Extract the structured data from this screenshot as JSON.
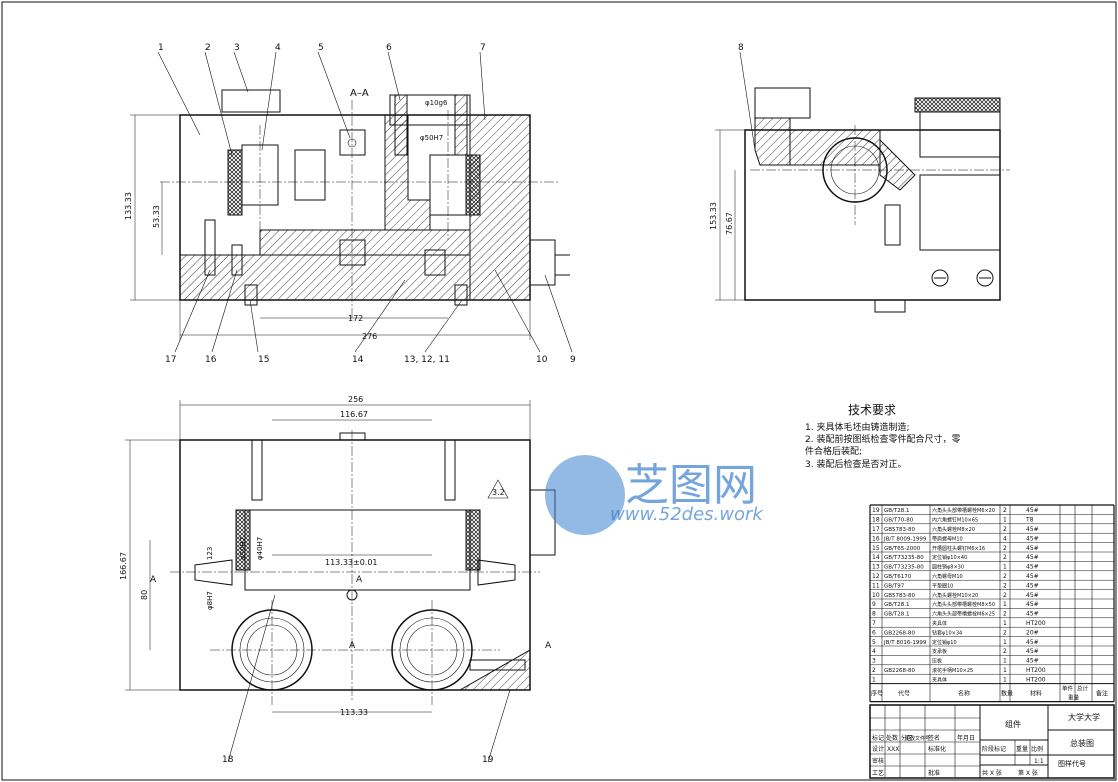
{
  "section_label": "A–A",
  "section_marks": [
    "A",
    "A",
    "A",
    "A"
  ],
  "part_callouts": [
    "1",
    "2",
    "3",
    "4",
    "5",
    "6",
    "7",
    "8"
  ],
  "bottom_callouts": [
    "17",
    "16",
    "15",
    "14",
    "13, 12, 11",
    "10",
    "9"
  ],
  "plan_callouts": [
    "18",
    "19"
  ],
  "front_dims": {
    "height_total": "133.33",
    "height_inner": "53.33",
    "width_inner": "172",
    "width_total": "276",
    "bore_top": "φ10g6",
    "bore_main": "φ50H7"
  },
  "side_dims": {
    "height_total": "153.33",
    "height_inner": "76.67"
  },
  "plan_dims": {
    "width_total": "256",
    "width_top": "116.67",
    "height_total": "166.67",
    "height_left": "80",
    "center_dist": "113.33±0.01",
    "bottom_dist": "113.33",
    "roughness": "3.2",
    "dia_a": "φ50H7",
    "dia_b": "φ40H7",
    "dia_c": "φ8H7",
    "angle": "123"
  },
  "tech_req": {
    "title": "技术要求",
    "items": [
      "1. 夹具体毛坯由铸造制造;",
      "2. 装配前按图纸检查零件配合尺寸，零",
      "件合格后装配;",
      "3. 装配后检查是否对正。"
    ]
  },
  "watermark": {
    "brand": "芝图网",
    "url": "www.52des.work"
  },
  "bom": [
    [
      "19",
      "GB/T28.1",
      "六角头头部带槽螺栓M6×20",
      "2",
      "45#"
    ],
    [
      "18",
      "GB/T70-80",
      "内六角螺钉M10×65",
      "1",
      "T8"
    ],
    [
      "17",
      "GB5783-80",
      "六角头螺栓M8×20",
      "2",
      "45#"
    ],
    [
      "16",
      "JB/T 8009-1999",
      "带肩螺母M10",
      "4",
      "45#"
    ],
    [
      "15",
      "GB/T65-2000",
      "开槽圆柱头螺钉M6×16",
      "2",
      "45#"
    ],
    [
      "14",
      "GB/T73235-80",
      "定位销φ10×40",
      "2",
      "45#"
    ],
    [
      "13",
      "GB/T73235-80",
      "圆柱销φ8×30",
      "1",
      "45#"
    ],
    [
      "12",
      "GB/T6170",
      "六角螺母M10",
      "2",
      "45#"
    ],
    [
      "11",
      "GB/T97",
      "平垫圈10",
      "2",
      "45#"
    ],
    [
      "10",
      "GB5783-80",
      "六角头螺栓M10×20",
      "2",
      "45#"
    ],
    [
      "9",
      "GB/T28.1",
      "六角头头部带槽螺栓M8×50",
      "1",
      "45#"
    ],
    [
      "8",
      "GB/T28.1",
      "六角头头部带槽螺栓M6×25",
      "2",
      "45#"
    ],
    [
      "7",
      "",
      "夹具体",
      "1",
      "HT200"
    ],
    [
      "6",
      "GB2268-80",
      "钻套φ10×34",
      "2",
      "20#"
    ],
    [
      "5",
      "JB/T 8016-1999",
      "定位销φ10",
      "1",
      "45#"
    ],
    [
      "4",
      "",
      "支承板",
      "2",
      "45#"
    ],
    [
      "3",
      "",
      "压板",
      "1",
      "45#"
    ],
    [
      "2",
      "GB2268-80",
      "滚花手柄M10×25",
      "1",
      "HT200"
    ],
    [
      "1",
      "",
      "夹具体",
      "1",
      "HT200"
    ]
  ],
  "bom_header": [
    "序号",
    "代号",
    "名称",
    "数量",
    "材料",
    "单件",
    "总计",
    "备注"
  ],
  "bom_header_sub": [
    "重量"
  ],
  "title_block": {
    "part_name": "组件",
    "school": "大学大学",
    "drawing_name": "总装图",
    "scale_label": "比例",
    "scale": "1:1",
    "weight_label": "重量",
    "stage_label": "阶段标记",
    "sheet_total": "共 X 张",
    "sheet_no": "第 X 张",
    "drawing_no": "图样代号",
    "row_labels": [
      "标记",
      "处数",
      "分区",
      "更改文件号",
      "签名",
      "年月日"
    ],
    "people": [
      "设计",
      "XXX",
      "标准化",
      "审核",
      "工艺",
      "批准"
    ]
  }
}
